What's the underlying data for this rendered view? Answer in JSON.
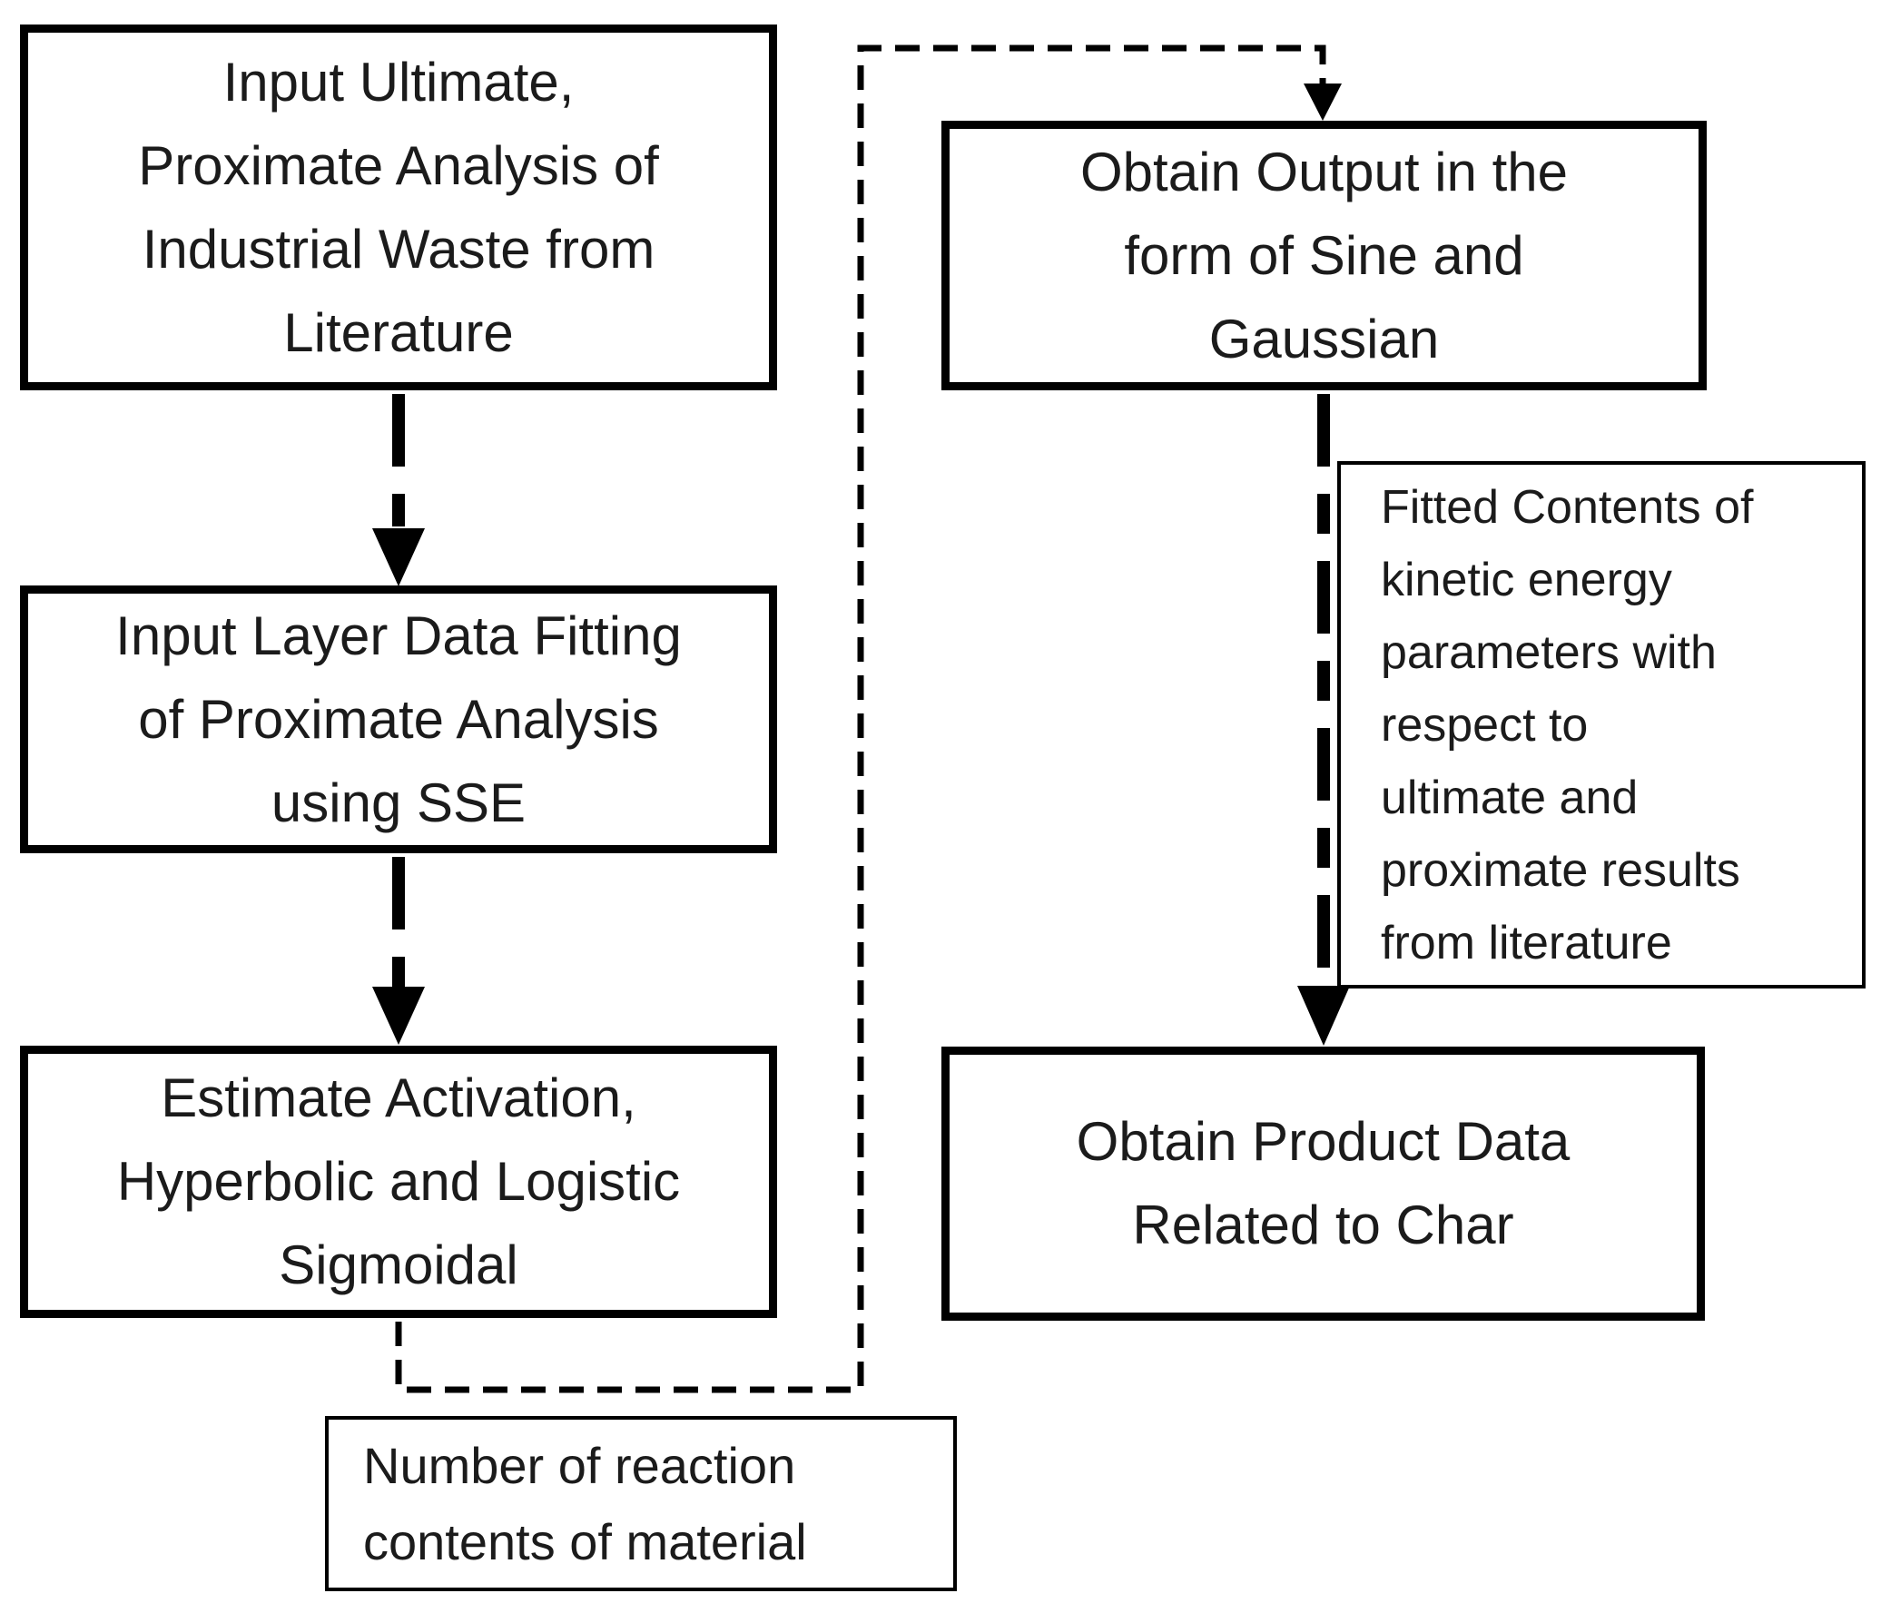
{
  "figure": {
    "background": "#ffffff",
    "line_color": "#000000",
    "text_color": "#1b1b1b"
  },
  "boxes": {
    "input_ultimate": {
      "lines": [
        "Input Ultimate,",
        "Proximate Analysis of",
        "Industrial Waste from",
        "Literature"
      ]
    },
    "input_layer": {
      "lines": [
        "Input Layer Data Fitting",
        "of Proximate Analysis",
        "using SSE"
      ]
    },
    "estimate_activation": {
      "lines": [
        "Estimate Activation,",
        "Hyperbolic and Logistic",
        "Sigmoidal"
      ]
    },
    "obtain_output": {
      "lines": [
        "Obtain Output in the",
        "form of Sine and",
        "Gaussian"
      ]
    },
    "fitted_contents": {
      "lines": [
        "Fitted Contents of",
        "kinetic energy",
        "parameters with",
        "respect to",
        "ultimate and",
        "proximate results",
        "from literature"
      ]
    },
    "obtain_product": {
      "lines": [
        "Obtain Product Data",
        "Related to Char"
      ]
    },
    "number_reaction": {
      "lines": [
        "Number of reaction",
        "contents of material"
      ]
    }
  }
}
